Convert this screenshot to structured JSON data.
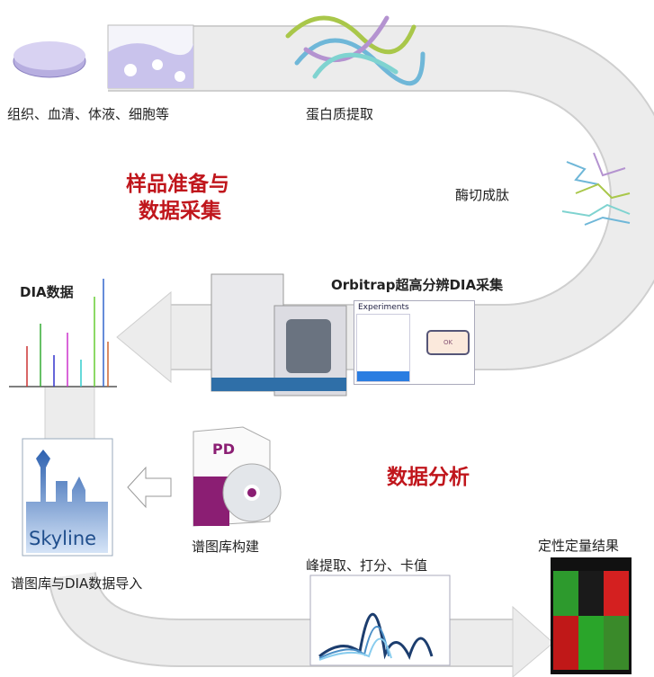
{
  "stages": {
    "samples": "组织、血清、体液、细胞等",
    "protein_extraction": "蛋白质提取",
    "digestion": "酶切成肽",
    "acquisition": "Orbitrap超高分辨DIA采集",
    "dia_data": "DIA数据",
    "library_build": "谱图库构建",
    "import": "谱图库与DIA数据导入",
    "peak_scoring": "峰提取、打分、卡值",
    "results": "定性定量结果"
  },
  "phases": {
    "sample_prep_line1": "样品准备与",
    "sample_prep_line2": "数据采集",
    "analysis": "数据分析"
  },
  "software": {
    "experiments_title": "Experiments",
    "ok_button": "OK",
    "pd_label": "PD",
    "skyline_label": "Skyline"
  },
  "colors": {
    "accent_red": "#c0161c",
    "band": "#e8e8e8",
    "skyline_blue": "#1f4e8c",
    "pd_purple": "#8b1e73"
  }
}
